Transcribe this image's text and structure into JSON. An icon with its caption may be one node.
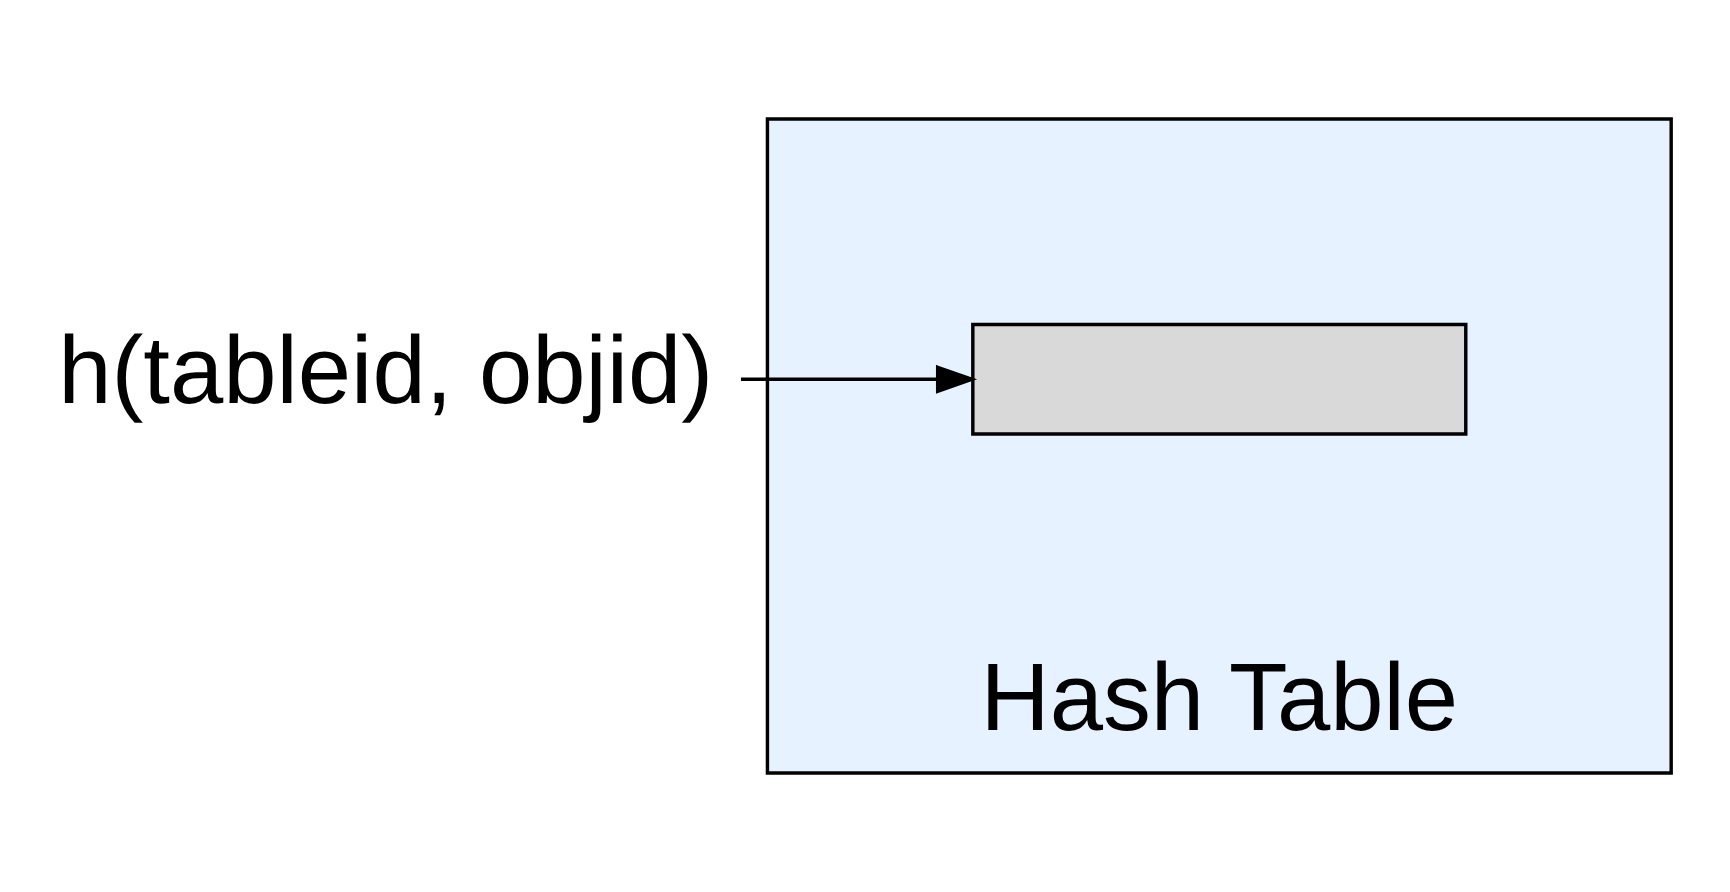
{
  "diagram": {
    "nodes": [
      {
        "text": [
          "h(tableid, objid)"
        ]
      },
      {
        "text": [
          "Hash Table"
        ]
      },
      {
        "text": [],
        "shape": "bar",
        "in": 1
      }
    ],
    "edges": [
      {
        "from": 0,
        "to": 2,
        "arrow": "to"
      }
    ]
  }
}
